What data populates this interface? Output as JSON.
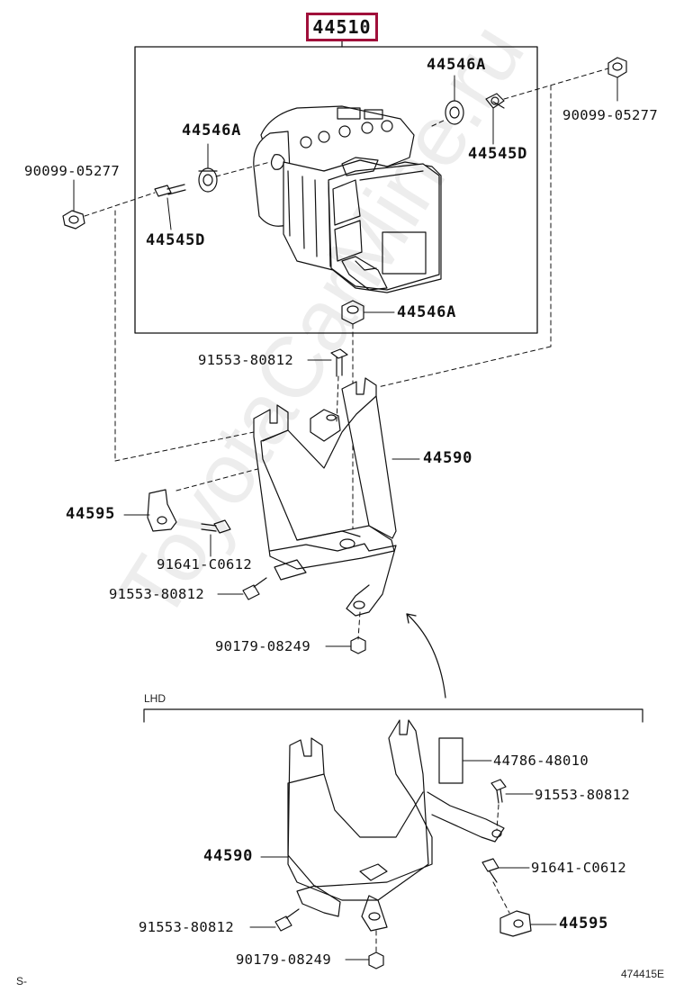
{
  "diagram": {
    "main_assembly_part": "44510",
    "section_label": "LHD",
    "corner_left": "S-",
    "corner_right": "474415E",
    "watermark": "ToyotaCarMine.ru",
    "parts": {
      "nut_left": "90099-05277",
      "nut_right": "90099-05277",
      "grommet_left": "44546A",
      "grommet_right": "44546A",
      "grommet_bottom": "44546A",
      "bolt_left": "44545D",
      "bolt_right": "44545D",
      "bolt_top": "91553-80812",
      "bracket_upper": "44590",
      "clip_upper": "44595",
      "bolt_clip_upper": "91641-C0612",
      "bolt_lower_upper": "91553-80812",
      "nut_upper": "90179-08249",
      "label_sheet": "44786-48010",
      "bolt_lhd_right": "91553-80812",
      "bolt_lhd_clip": "91641-C0612",
      "bracket_lhd": "44590",
      "clip_lhd": "44595",
      "bolt_lhd_left": "91553-80812",
      "nut_lhd": "90179-08249"
    }
  }
}
